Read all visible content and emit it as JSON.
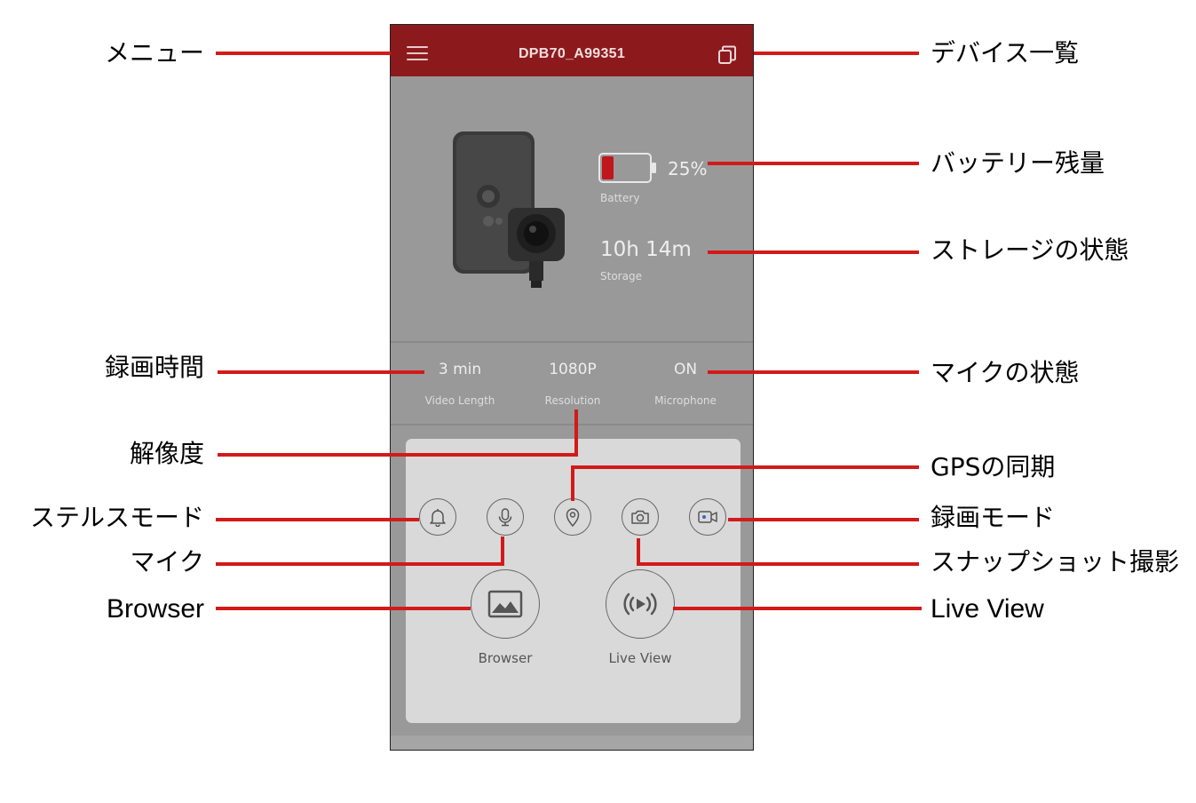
{
  "app": {
    "device_title": "DPB70_A99351"
  },
  "status": {
    "battery_value": "25%",
    "battery_label": "Battery",
    "battery_level_percent": 25,
    "storage_value": "10h 14m",
    "storage_label": "Storage"
  },
  "settings": [
    {
      "value": "3 min",
      "label": "Video Length"
    },
    {
      "value": "1080P",
      "label": "Resolution"
    },
    {
      "value": "ON",
      "label": "Microphone"
    }
  ],
  "controls": {
    "browser_label": "Browser",
    "live_view_label": "Live View",
    "small_buttons": [
      "bell-icon",
      "microphone-icon",
      "location-pin-icon",
      "camera-icon",
      "video-camera-icon"
    ]
  },
  "callouts": {
    "left": {
      "menu": "メニュー",
      "video_length": "録画時間",
      "resolution": "解像度",
      "stealth_mode": "ステルスモード",
      "mic": "マイク",
      "browser": "Browser"
    },
    "right": {
      "device_list": "デバイス一覧",
      "battery": "バッテリー残量",
      "storage": "ストレージの状態",
      "mic_status": "マイクの状態",
      "gps_sync": "GPSの同期",
      "record_mode": "録画モード",
      "snapshot": "スナップショット撮影",
      "live_view": "Live View"
    }
  },
  "colors": {
    "topbar": "#8c1a1d",
    "callout_line": "#d21a1a",
    "battery_fill": "#c0171c"
  }
}
